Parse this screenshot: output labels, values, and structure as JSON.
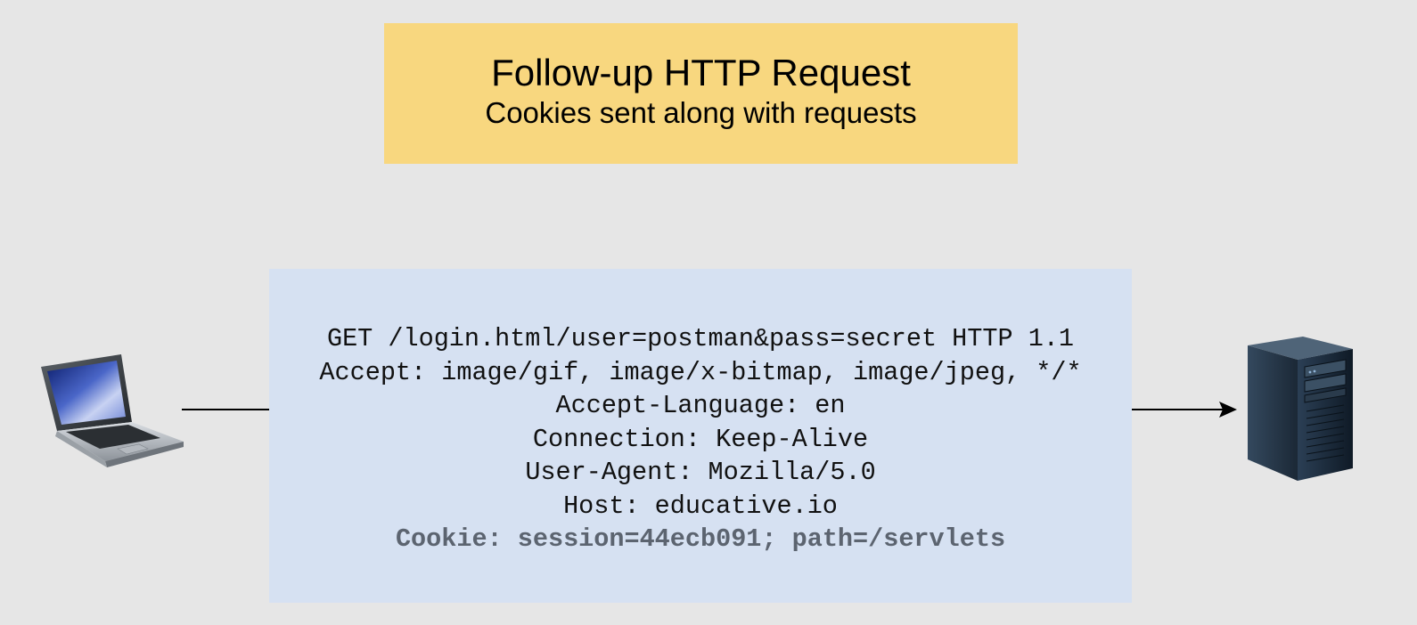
{
  "header": {
    "title": "Follow-up HTTP Request",
    "subtitle": "Cookies sent along with requests"
  },
  "request": {
    "lines": [
      "GET /login.html/user=postman&pass=secret HTTP 1.1",
      "Accept: image/gif, image/x-bitmap, image/jpeg, */*",
      "Accept-Language: en",
      "Connection: Keep-Alive",
      "User-Agent: Mozilla/5.0",
      "Host: educative.io"
    ],
    "cookie_line": "Cookie: session=44ecb091; path=/servlets"
  },
  "nodes": {
    "client_icon": "laptop-icon",
    "server_icon": "server-tower-icon"
  },
  "colors": {
    "background": "#e6e6e6",
    "title_box": "#f8d77f",
    "request_box": "#d6e1f2",
    "cookie_text": "#5c6470"
  }
}
